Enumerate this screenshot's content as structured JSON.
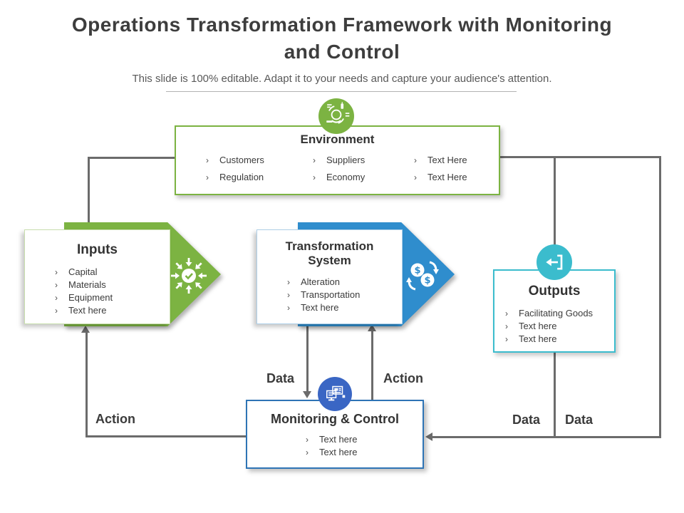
{
  "bullet": "›",
  "slide": {
    "title": "Operations Transformation Framework with Monitoring and Control",
    "subtitle": "This slide is 100% editable. Adapt it to your needs and capture your audience's attention."
  },
  "colors": {
    "green": "#7cb342",
    "blue": "#2f8dcd",
    "cyan": "#3bbccd",
    "monitor_border_blue": "#2e74b5",
    "icon_blue": "#3a66c4",
    "line_gray": "#6b6b6b"
  },
  "environment": {
    "title": "Environment",
    "icon": "sustainability-hands-icon",
    "items": [
      "Customers",
      "Suppliers",
      "Text Here",
      "Regulation",
      "Economy",
      "Text Here"
    ]
  },
  "inputs": {
    "title": "Inputs",
    "icon": "converge-check-icon",
    "items": [
      "Capital",
      "Materials",
      "Equipment",
      "Text here"
    ]
  },
  "transformation": {
    "title_line1": "Transformation",
    "title_line2": "System",
    "icon": "currency-exchange-icon",
    "items": [
      "Alteration",
      "Transportation",
      "Text here"
    ]
  },
  "outputs": {
    "title": "Outputs",
    "icon": "export-arrow-icon",
    "items": [
      "Facilitating Goods",
      "Text here",
      "Text here"
    ]
  },
  "monitoring": {
    "title": "Monitoring & Control",
    "icon": "computer-monitoring-icon",
    "items": [
      "Text here",
      "Text here"
    ]
  },
  "flow_labels": {
    "data_mid": "Data",
    "action_mid": "Action",
    "action_left": "Action",
    "data_right_inner": "Data",
    "data_right_outer": "Data"
  }
}
